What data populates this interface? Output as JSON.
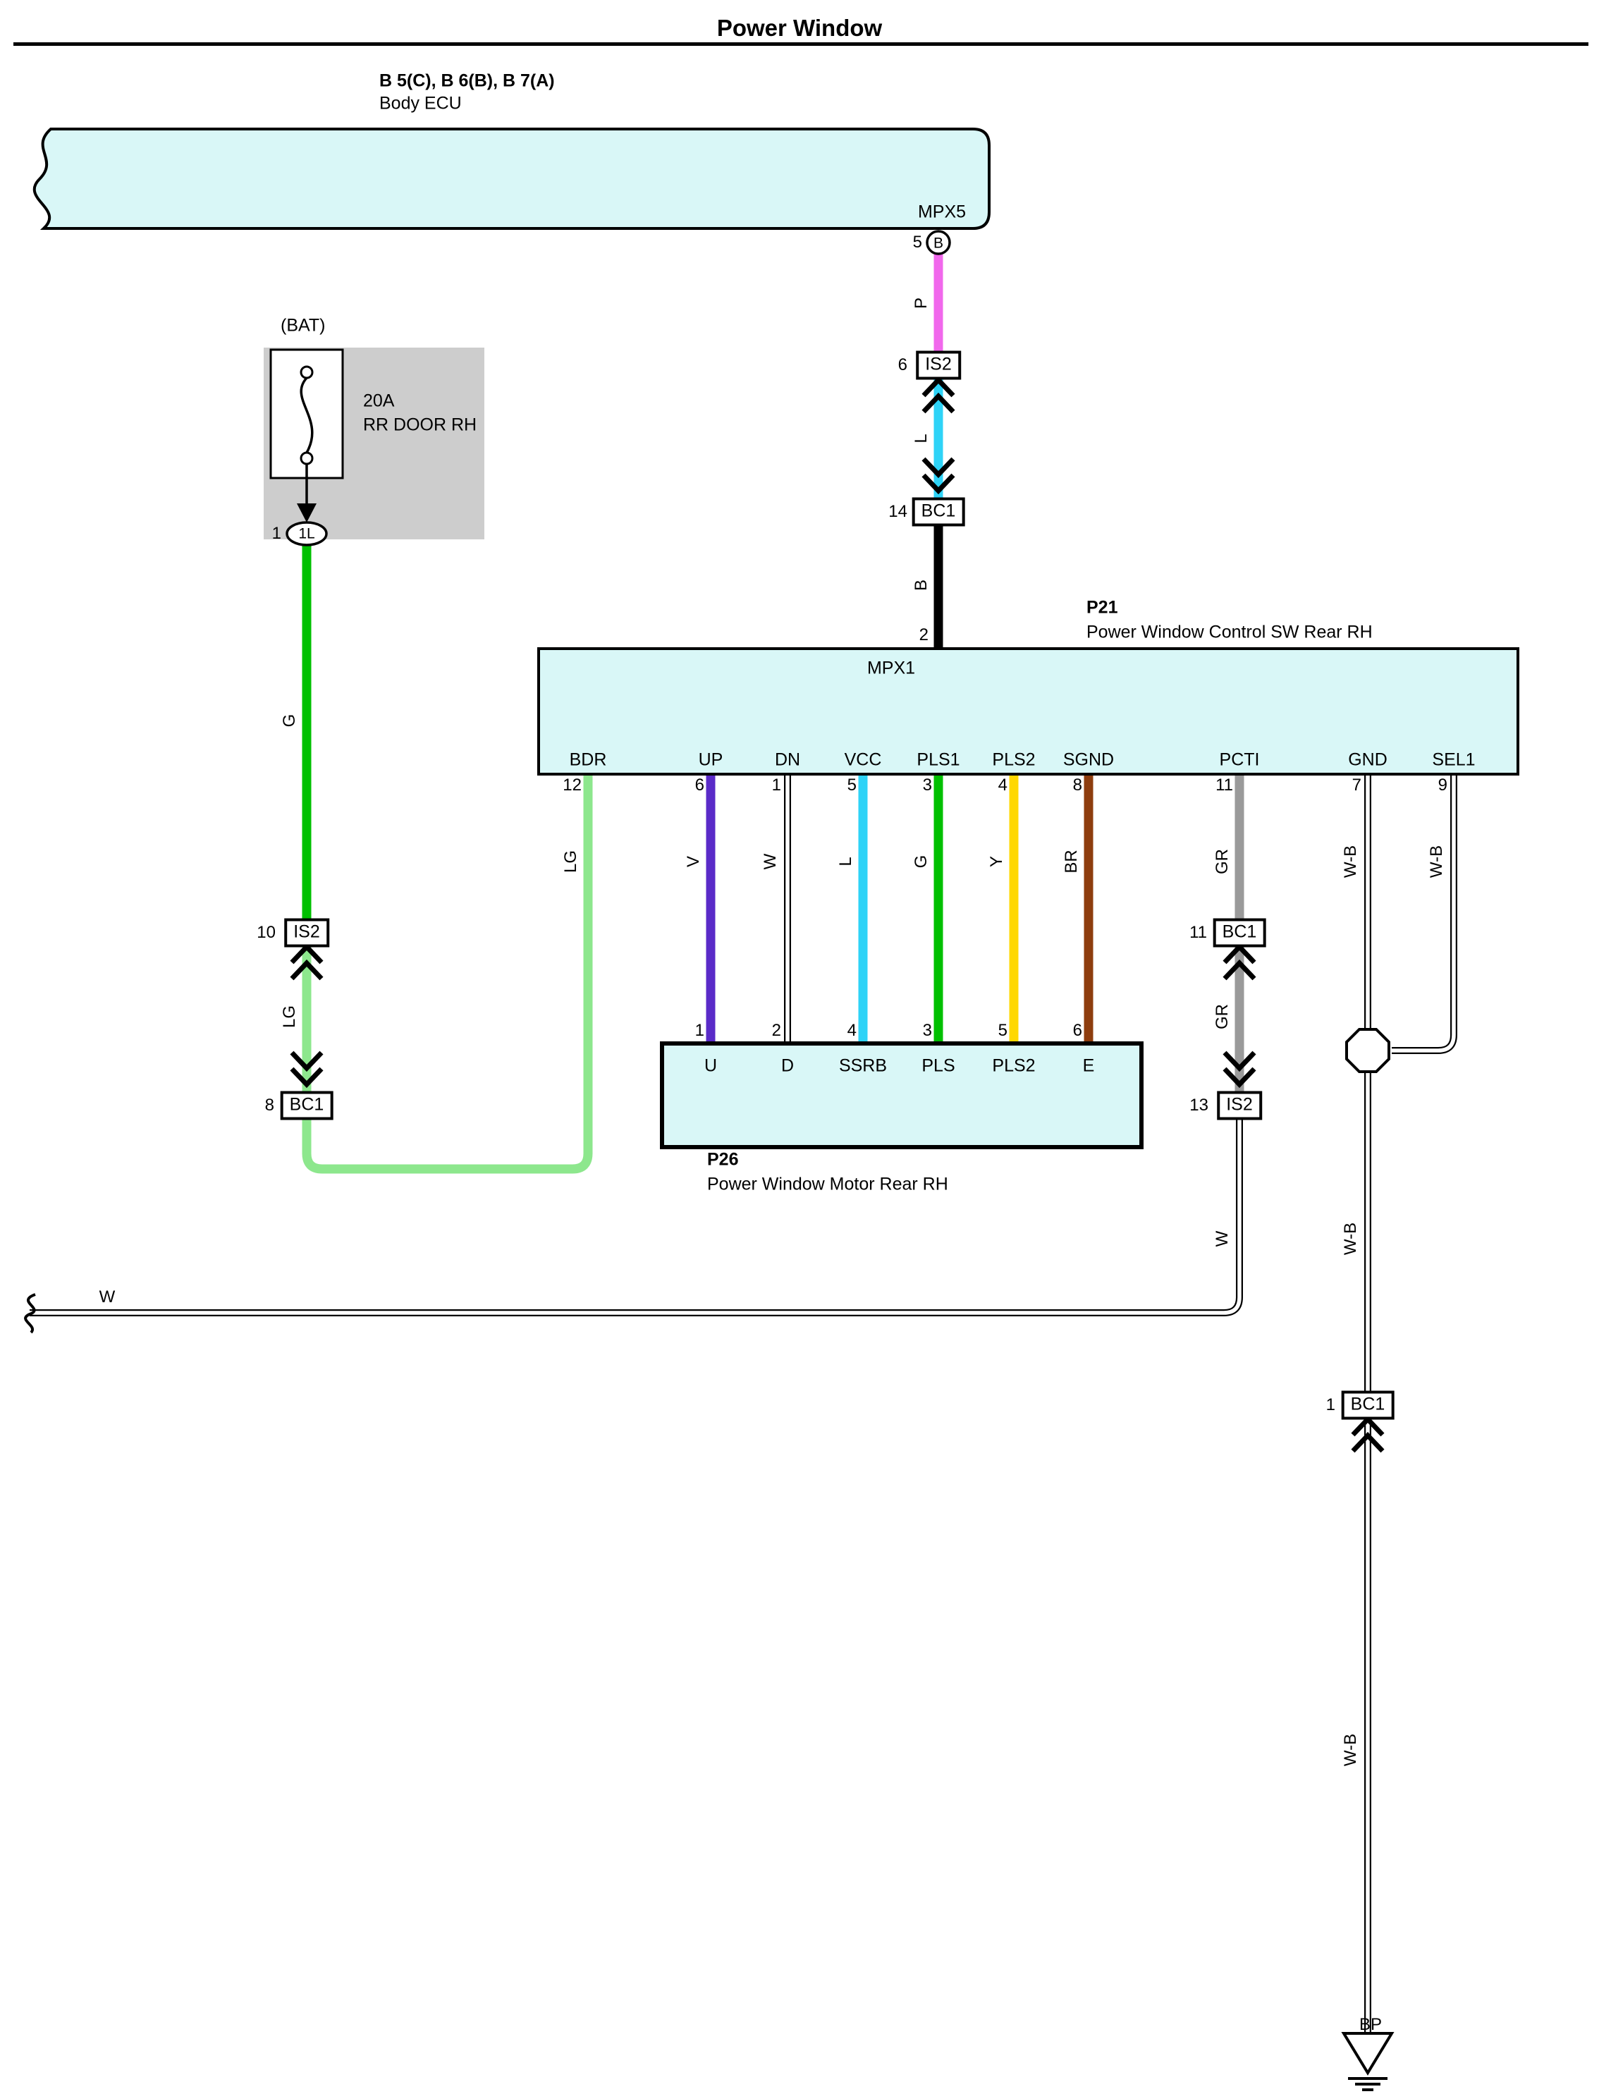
{
  "title": "Power Window",
  "colors": {
    "panel_fill": "#d9f7f7",
    "bat_box": "#cdcdcd",
    "green": "#00c000",
    "light_green": "#8de78d",
    "pink": "#f168ec",
    "cyan": "#2ed3f7",
    "violet": "#5a2bc8",
    "yellow": "#ffd800",
    "brown": "#8e3d0e",
    "gray": "#9a9a9a",
    "black": "#000000"
  },
  "body_ecu": {
    "connector_refs": "B 5(C), B 6(B), B 7(A)",
    "name": "Body ECU",
    "port": "MPX5",
    "pin": "5",
    "pin_label": "B"
  },
  "battery": {
    "label": "(BAT)",
    "fuse_rating": "20A",
    "fuse_name": "RR DOOR RH",
    "pin": "1",
    "connector": "1L"
  },
  "inline_connectors": {
    "top_is2": {
      "pin": "6",
      "id": "IS2"
    },
    "top_bc1": {
      "pin": "14",
      "id": "BC1"
    },
    "left_is2": {
      "pin": "10",
      "id": "IS2"
    },
    "left_bc1": {
      "pin": "8",
      "id": "BC1"
    },
    "right_bc1": {
      "pin": "11",
      "id": "BC1"
    },
    "right_is2": {
      "pin": "13",
      "id": "IS2"
    },
    "gnd_bc1": {
      "pin": "1",
      "id": "BC1"
    }
  },
  "p21": {
    "id": "P21",
    "name": "Power Window Control SW Rear RH",
    "port": "MPX1",
    "top_pin": "2",
    "pins": [
      {
        "num": "12",
        "name": "BDR"
      },
      {
        "num": "6",
        "name": "UP"
      },
      {
        "num": "1",
        "name": "DN"
      },
      {
        "num": "5",
        "name": "VCC"
      },
      {
        "num": "3",
        "name": "PLS1"
      },
      {
        "num": "4",
        "name": "PLS2"
      },
      {
        "num": "8",
        "name": "SGND"
      },
      {
        "num": "11",
        "name": "PCTI"
      },
      {
        "num": "7",
        "name": "GND"
      },
      {
        "num": "9",
        "name": "SEL1"
      }
    ]
  },
  "p26": {
    "id": "P26",
    "name": "Power Window Motor Rear RH",
    "pins": [
      {
        "num": "1",
        "name": "U"
      },
      {
        "num": "2",
        "name": "D"
      },
      {
        "num": "4",
        "name": "SSRB"
      },
      {
        "num": "3",
        "name": "PLS"
      },
      {
        "num": "5",
        "name": "PLS2"
      },
      {
        "num": "6",
        "name": "E"
      }
    ]
  },
  "wire_labels": {
    "p": "P",
    "l_top": "L",
    "b": "B",
    "g_left": "G",
    "lg_left": "LG",
    "lg_bdr": "LG",
    "v": "V",
    "w_dn": "W",
    "l_vcc": "L",
    "g_pls1": "G",
    "y_pls2": "Y",
    "br_sgnd": "BR",
    "gr_upper": "GR",
    "gr_lower": "GR",
    "w_pcti": "W",
    "w_bottom": "W",
    "wb_gnd_upper": "W-B",
    "wb_sel1": "W-B",
    "wb_gnd_mid": "W-B",
    "wb_gnd_lower": "W-B"
  },
  "ground": {
    "label": "BP"
  }
}
